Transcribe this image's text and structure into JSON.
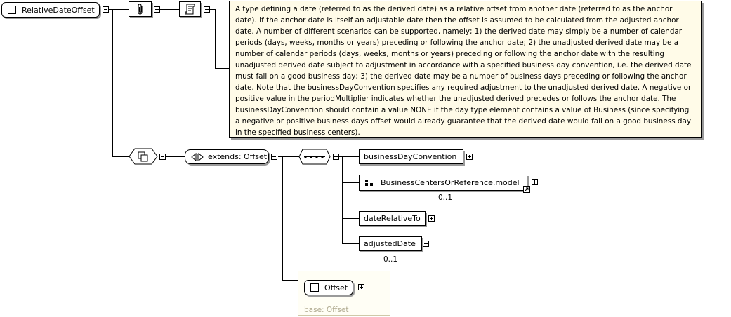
{
  "root": {
    "name": "RelativeDateOffset"
  },
  "documentation": "A type defining a date (referred to as the derived date) as a relative offset from another date (referred to as the anchor date). If the anchor date is itself an adjustable date then the offset is assumed to be calculated from the adjusted anchor date. A number of different scenarios can be supported, namely; 1) the derived date may simply be a number of calendar periods (days, weeks, months or years) preceding or following the anchor date; 2) the unadjusted derived date may be a number of calendar periods (days, weeks, months or years) preceding or following the anchor date with the resulting unadjusted derived date subject to adjustment in accordance with a specified business day convention, i.e. the derived date must fall on a good business day; 3) the derived date may be a number of business days preceding or following the anchor date. Note that the businessDayConvention specifies any required adjustment to the unadjusted derived date. A negative or positive value in the periodMultiplier indicates whether the unadjusted derived precedes or follows the anchor date. The businessDayConvention should contain a value NONE if the day type element contains a value of Business (since specifying a negative or positive business days offset would already guarantee that the derived date would fall on a good business day in the specified business centers).",
  "extension": {
    "label": "extends: Offset"
  },
  "elements": [
    {
      "name": "businessDayConvention",
      "occurrence": ""
    },
    {
      "name": "BusinessCentersOrReference.model",
      "occurrence": "0..1"
    },
    {
      "name": "dateRelativeTo",
      "occurrence": ""
    },
    {
      "name": "adjustedDate",
      "occurrence": "0..1"
    }
  ],
  "base": {
    "type_name": "Offset",
    "label": "base: Offset"
  },
  "colors": {
    "doc_background": "#fffbe8",
    "shadow": "#9a9a9a",
    "base_text": "#b0aa90"
  },
  "icons": [
    "attributes-icon",
    "documentation-icon",
    "complex-content-icon",
    "sequence-icon",
    "model-group-icon",
    "reference-arrow-icon"
  ]
}
